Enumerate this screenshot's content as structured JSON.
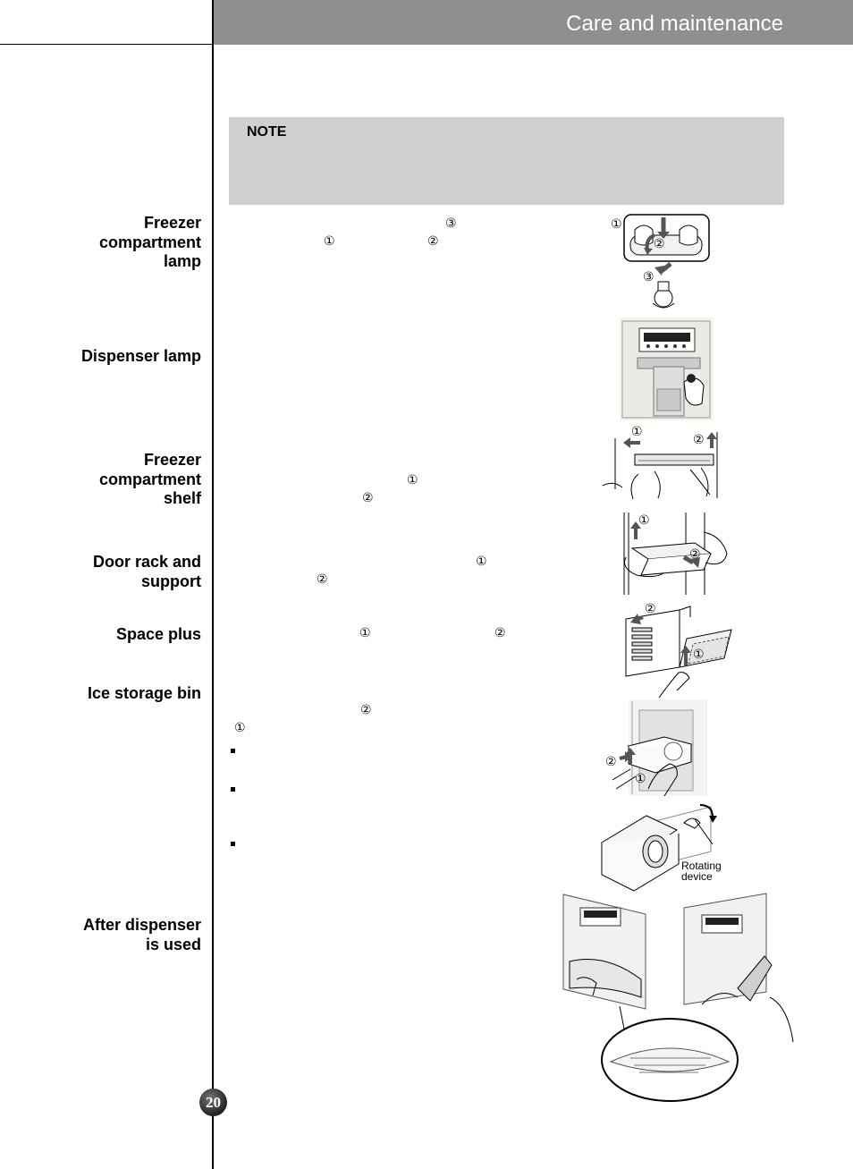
{
  "header": {
    "title": "Care and maintenance"
  },
  "note": {
    "label": "NOTE"
  },
  "sections": [
    {
      "label": "Freezer\ncompartment\nlamp"
    },
    {
      "label": "Dispenser lamp"
    },
    {
      "label": "Freezer\ncompartment\nshelf"
    },
    {
      "label": "Door rack and\nsupport"
    },
    {
      "label": "Space plus"
    },
    {
      "label": "Ice storage bin"
    },
    {
      "label": "After dispenser\nis used"
    }
  ],
  "marks": {
    "one": "①",
    "two": "②",
    "three": "③"
  },
  "illustrations": {
    "rotating_device": "Rotating\ndevice"
  },
  "page": {
    "number": "20"
  }
}
